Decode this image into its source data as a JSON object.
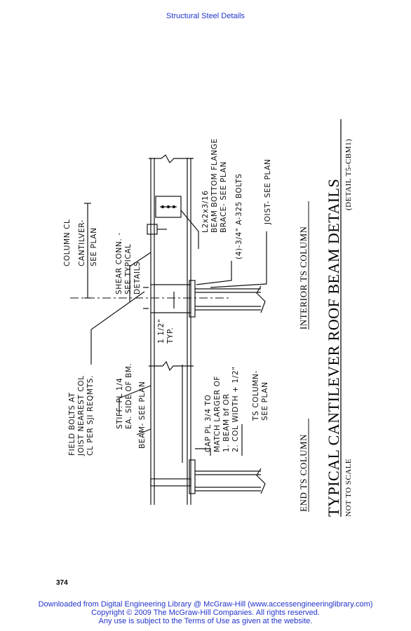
{
  "header": {
    "title": "Structural Steel Details"
  },
  "page_number": "374",
  "footer": {
    "line1": "Downloaded from Digital Engineering Library @ McGraw-Hill (www.accessengineeringlibrary.com)",
    "line2": "Copyright © 2009 The McGraw-Hill Companies. All rights reserved.",
    "line3": "Any use is subject to the Terms of Use as given at the website."
  },
  "drawing": {
    "title": "TYPICAL CANTILEVER ROOF BEAM DETAILS",
    "scale": "NOT TO SCALE",
    "detail_ref": "(DETAIL T5-CBM1)",
    "end_column": "END TS COLUMN",
    "interior_column": "INTERIOR TS COLUMN",
    "notes": {
      "field_bolts": [
        "FIELD BOLTS AT",
        "JOIST NEAREST COL",
        "CL PER SJI REQMTS."
      ],
      "stiff_pl": [
        "STIFF. PL 1/4",
        "EA. SIDE OF BM."
      ],
      "beam": "BEAM- SEE PLAN",
      "cap_pl": [
        "CAP PL 3/4 TO",
        "MATCH LARGER OF",
        "1. BEAM bf OR",
        "2. COL WIDTH + 1/2\""
      ],
      "ts_column": [
        "TS COLUMN-",
        "SEE PLAN"
      ],
      "typ_dim": [
        "1 1/2\"",
        "TYP."
      ],
      "shear_conn": [
        "SHEAR CONN. -",
        "SEE TYPICAL",
        "DETAILS"
      ],
      "column_cl": "COLUMN CL",
      "cantilever": [
        "CANTILVER-",
        "SEE PLAN"
      ],
      "brace": [
        "L2x2x3/16",
        "BEAM BOTTOM FLANGE",
        "BRACE- SEE PLAN"
      ],
      "bolts": "(4)-3/4\" A-325 BOLTS",
      "joist": "JOIST- SEE PLAN"
    }
  }
}
